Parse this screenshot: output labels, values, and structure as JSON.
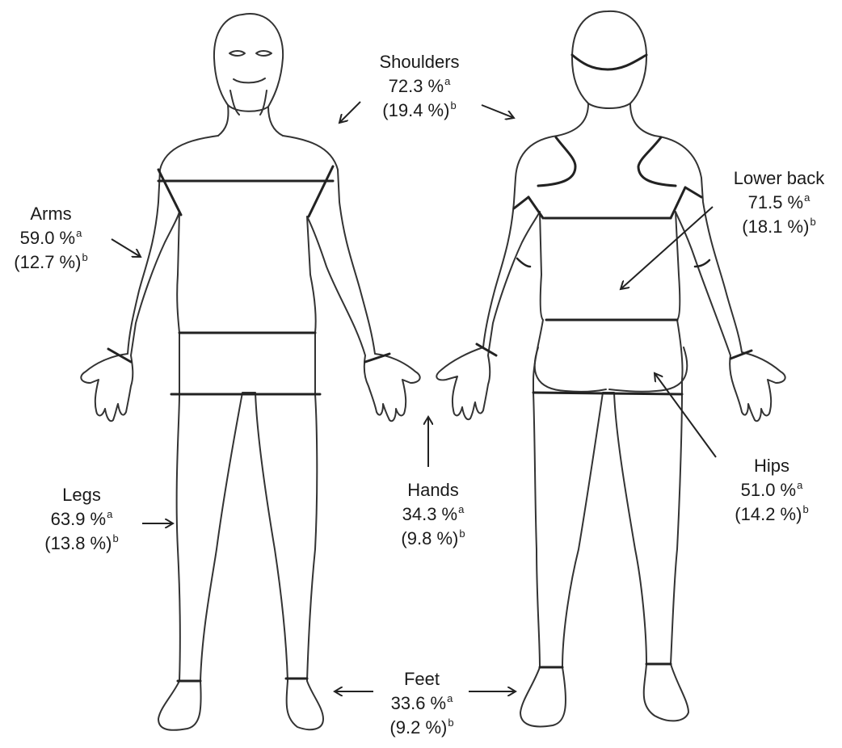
{
  "diagram": {
    "regions": {
      "shoulders": {
        "name": "Shoulders",
        "value_a": "72.3 %",
        "value_b": "(19.4 %)",
        "sup_a": "a",
        "sup_b": "b"
      },
      "lower_back": {
        "name": "Lower back",
        "value_a": "71.5 %",
        "value_b": "(18.1 %)",
        "sup_a": "a",
        "sup_b": "b"
      },
      "arms": {
        "name": "Arms",
        "value_a": "59.0 %",
        "value_b": "(12.7 %)",
        "sup_a": "a",
        "sup_b": "b"
      },
      "legs": {
        "name": "Legs",
        "value_a": "63.9 %",
        "value_b": "(13.8 %)",
        "sup_a": "a",
        "sup_b": "b"
      },
      "hands": {
        "name": "Hands",
        "value_a": "34.3 %",
        "value_b": "(9.8 %)",
        "sup_a": "a",
        "sup_b": "b"
      },
      "hips": {
        "name": "Hips",
        "value_a": "51.0 %",
        "value_b": "(14.2 %)",
        "sup_a": "a",
        "sup_b": "b"
      },
      "feet": {
        "name": "Feet",
        "value_a": "33.6 %",
        "value_b": "(9.2 %)",
        "sup_a": "a",
        "sup_b": "b"
      }
    },
    "colors": {
      "line": "#222222",
      "background": "#ffffff"
    }
  }
}
